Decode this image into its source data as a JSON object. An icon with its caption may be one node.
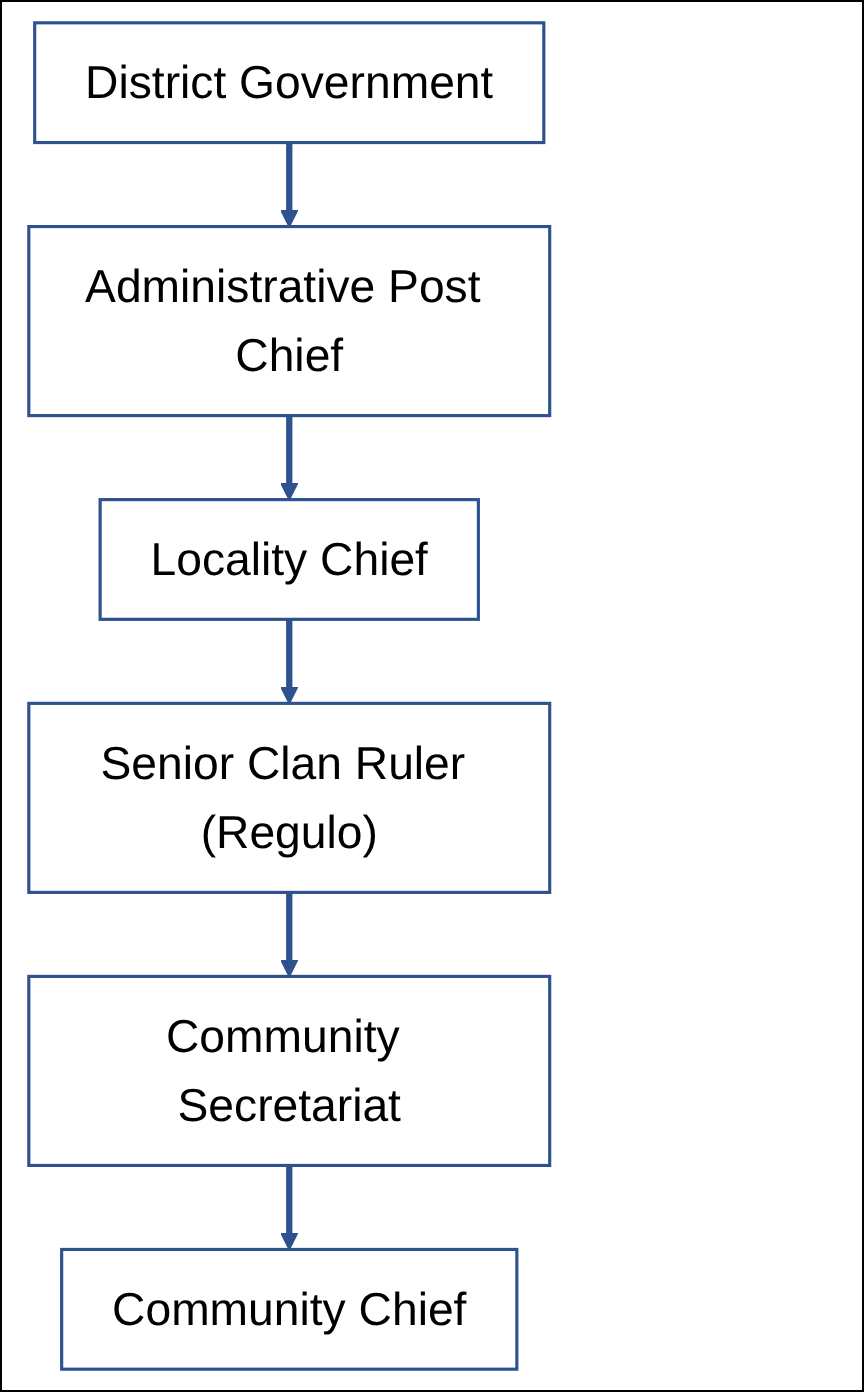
{
  "diagram": {
    "nodes": [
      {
        "text": [
          "District Government"
        ]
      },
      {
        "text": [
          "Administrative Post Chief"
        ]
      },
      {
        "text": [
          "Locality Chief"
        ]
      },
      {
        "text": [
          "Senior Clan Ruler (Regulo)"
        ]
      },
      {
        "text": [
          "Community Secretariat"
        ]
      },
      {
        "text": [
          "Community Chief"
        ]
      }
    ],
    "edges": [
      {
        "from": 0,
        "to": 1,
        "arrow": "to"
      },
      {
        "from": 1,
        "to": 2,
        "arrow": "to"
      },
      {
        "from": 2,
        "to": 3,
        "arrow": "to"
      },
      {
        "from": 3,
        "to": 4,
        "arrow": "to"
      },
      {
        "from": 4,
        "to": 5,
        "arrow": "to"
      }
    ]
  }
}
